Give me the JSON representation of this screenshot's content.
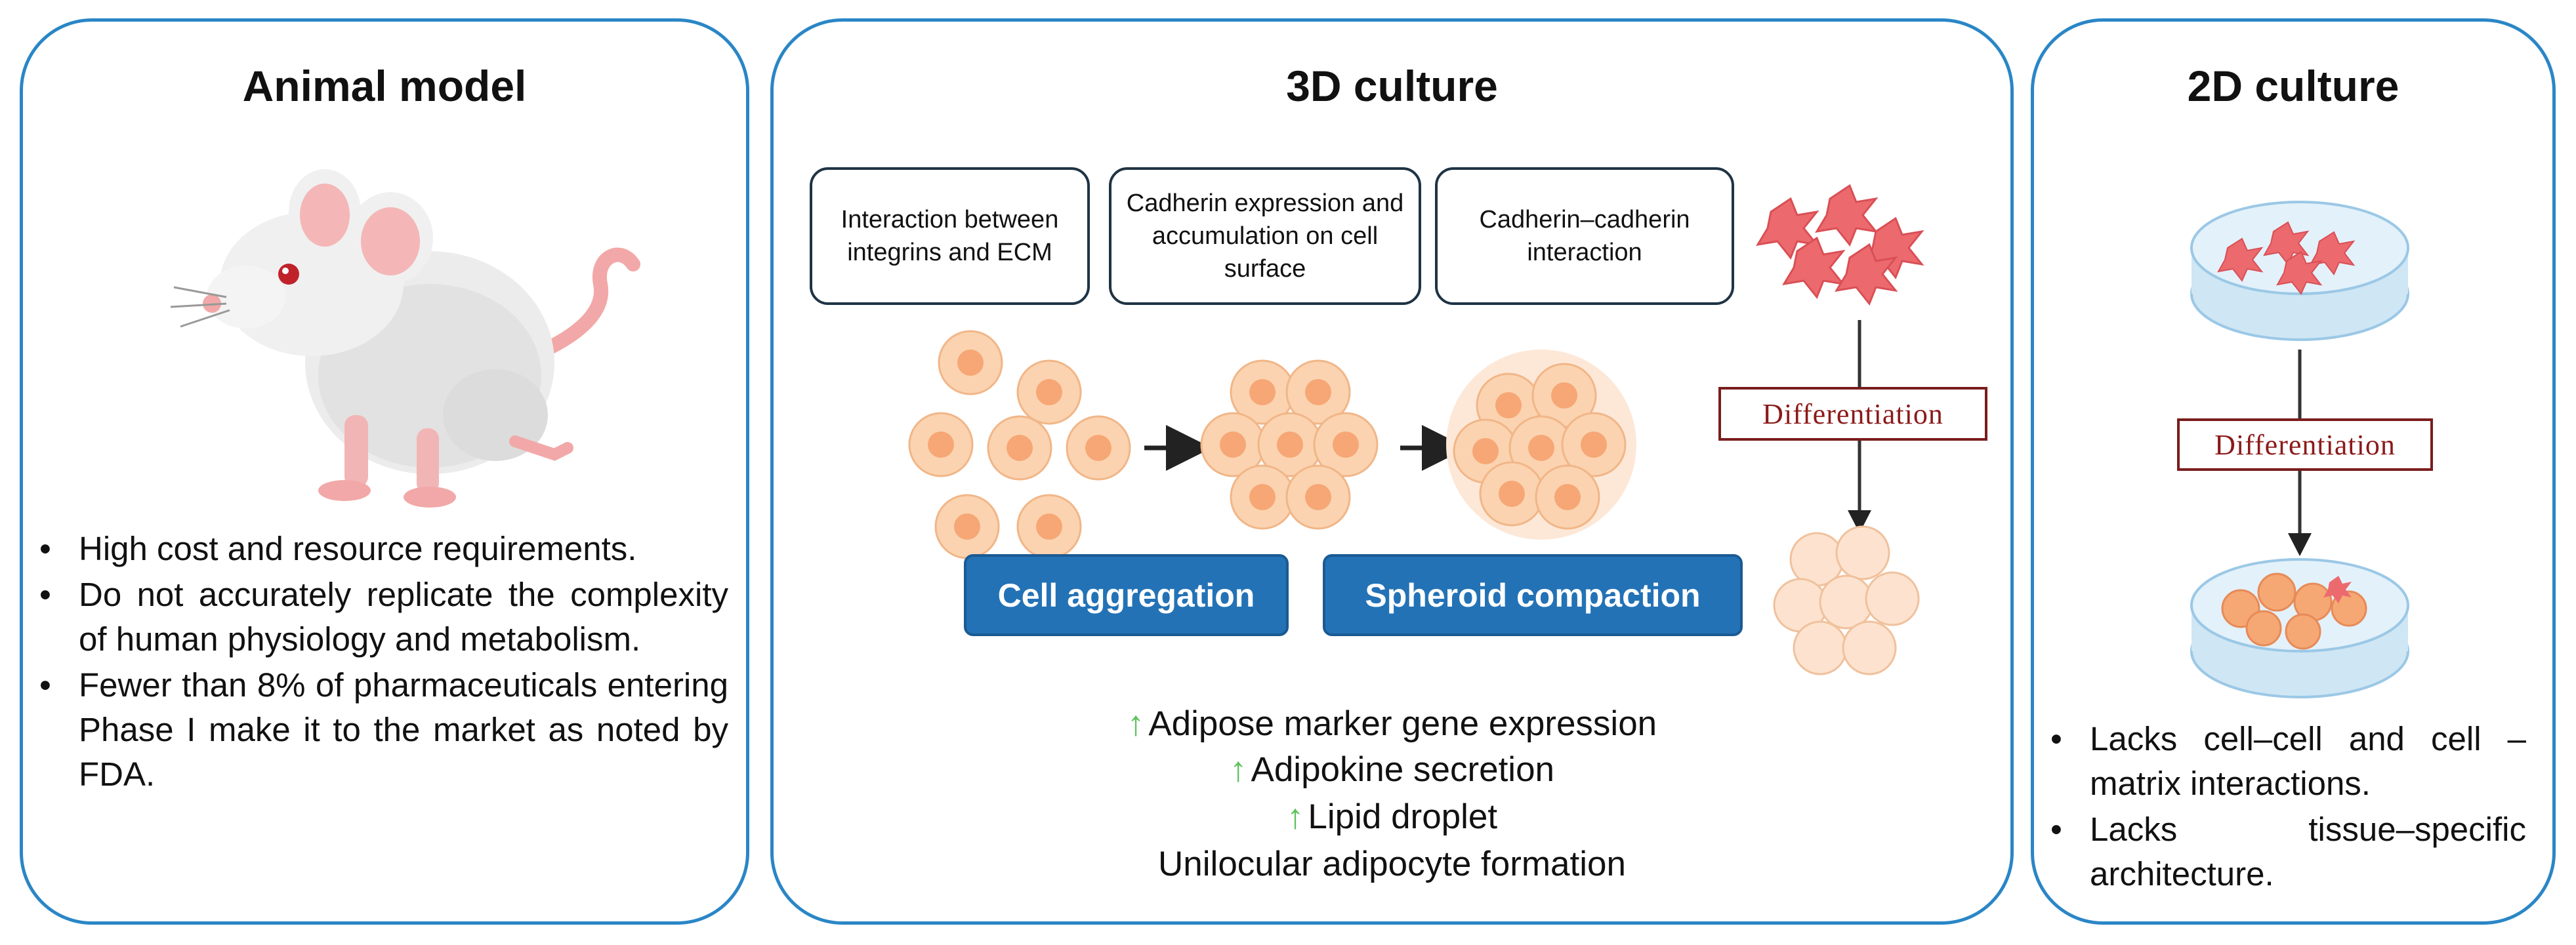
{
  "animal_model": {
    "title": "Animal model",
    "bullets": [
      "High cost and resource requirements.",
      "Do not accurately replicate the complexity of human physiology and metabolism.",
      "Fewer than 8% of pharmaceuticals entering Phase I make it to the market as noted by FDA."
    ]
  },
  "culture_3d": {
    "title": "3D culture",
    "steps": [
      "Interaction between integrins and ECM",
      "Cadherin expression and accumulation on cell surface",
      "Cadherin–cadherin interaction"
    ],
    "stage_labels": [
      "Cell aggregation",
      "Spheroid compaction"
    ],
    "differentiation_label": "Differentiation",
    "outcomes": [
      "Adipose marker gene expression",
      "Adipokine secretion",
      "Lipid droplet",
      "Unilocular adipocyte formation"
    ]
  },
  "culture_2d": {
    "title": "2D culture",
    "differentiation_label": "Differentiation",
    "bullets": [
      "Lacks cell–cell and cell –matrix interactions.",
      "Lacks tissue–specific architecture."
    ]
  },
  "colors": {
    "panel_border": "#2a86c6",
    "button_blue": "#2372b6",
    "differentiation_red": "#8b1a1a",
    "up_arrow_green": "#5cc15a",
    "cell_fill": "#fbd3b0",
    "cell_nucleus": "#f6a775",
    "fibroblast_pink": "#ec6a6e"
  },
  "icons": {
    "mouse": "mouse-illustration-icon",
    "fibroblast_cluster": "fibroblast-cluster-icon",
    "adipocyte_cluster": "adipocyte-cluster-icon",
    "petri_dish": "petri-dish-icon",
    "up_arrow": "up-arrow-icon"
  }
}
